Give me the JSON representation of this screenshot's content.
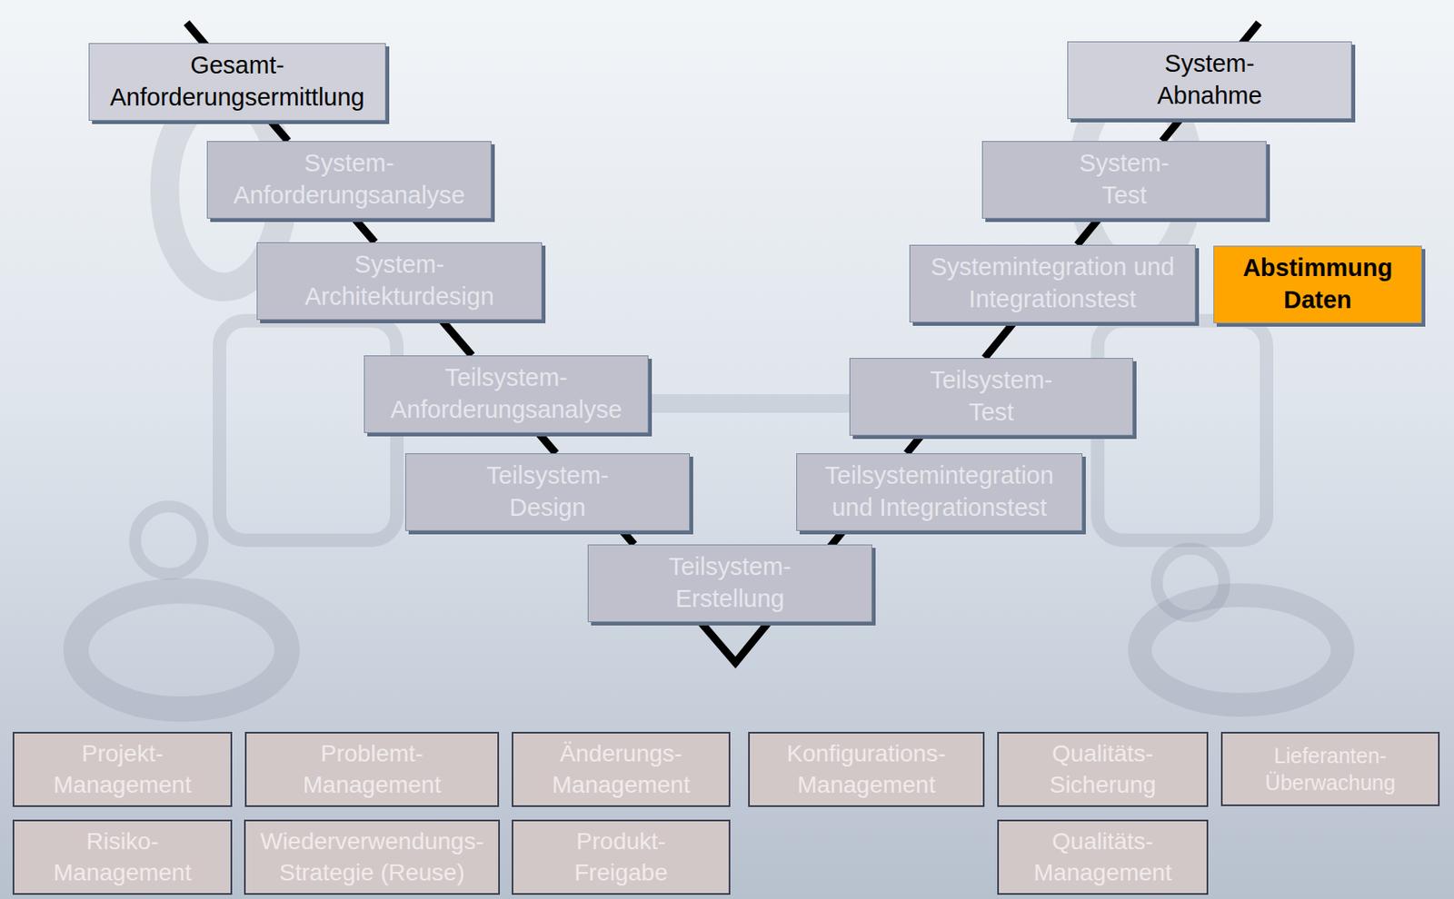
{
  "diagram": {
    "nodes": [
      {
        "text": [
          "Gesamt- Anforderungsermittlung"
        ]
      },
      {
        "text": [
          "System- Anforderungsanalyse"
        ]
      },
      {
        "text": [
          "System- Architekturdesign"
        ]
      },
      {
        "text": [
          "Teilsystem- Anforderungsanalyse"
        ]
      },
      {
        "text": [
          "Teilsystem- Design"
        ]
      },
      {
        "text": [
          "Teilsystem- Erstellung"
        ]
      },
      {
        "text": [
          "Teilsystemintegration und Integrationstest"
        ]
      },
      {
        "text": [
          "Teilsystem- Test"
        ]
      },
      {
        "text": [
          "Systemintegration und Integrationstest"
        ]
      },
      {
        "text": [
          "System- Test"
        ]
      },
      {
        "text": [
          "System- Abnahme"
        ]
      },
      {
        "text": [
          "Abstimmung Daten"
        ]
      },
      {
        "text": [
          "Projekt- Management"
        ]
      },
      {
        "text": [
          "Problemt- Management"
        ]
      },
      {
        "text": [
          "Änderungs- Management"
        ]
      },
      {
        "text": [
          "Konfigurations- Management"
        ]
      },
      {
        "text": [
          "Qualitäts- Sicherung"
        ]
      },
      {
        "text": [
          "Lieferanten- Überwachung"
        ]
      },
      {
        "text": [
          "Risiko- Management"
        ]
      },
      {
        "text": [
          "Wiederverwendungs- Strategie (Reuse)"
        ]
      },
      {
        "text": [
          "Produkt- Freigabe"
        ]
      },
      {
        "text": [
          "Qualitäts- Management"
        ]
      }
    ],
    "edges": [
      {
        "from": 0,
        "to": 1,
        "arrow": "none"
      },
      {
        "from": 1,
        "to": 2,
        "arrow": "none"
      },
      {
        "from": 2,
        "to": 3,
        "arrow": "none"
      },
      {
        "from": 3,
        "to": 4,
        "arrow": "none"
      },
      {
        "from": 4,
        "to": 5,
        "arrow": "none"
      },
      {
        "from": 5,
        "to": 6,
        "arrow": "none"
      },
      {
        "from": 6,
        "to": 7,
        "arrow": "none"
      },
      {
        "from": 7,
        "to": 8,
        "arrow": "none"
      },
      {
        "from": 8,
        "to": 9,
        "arrow": "none"
      },
      {
        "from": 9,
        "to": 10,
        "arrow": "none"
      }
    ]
  }
}
